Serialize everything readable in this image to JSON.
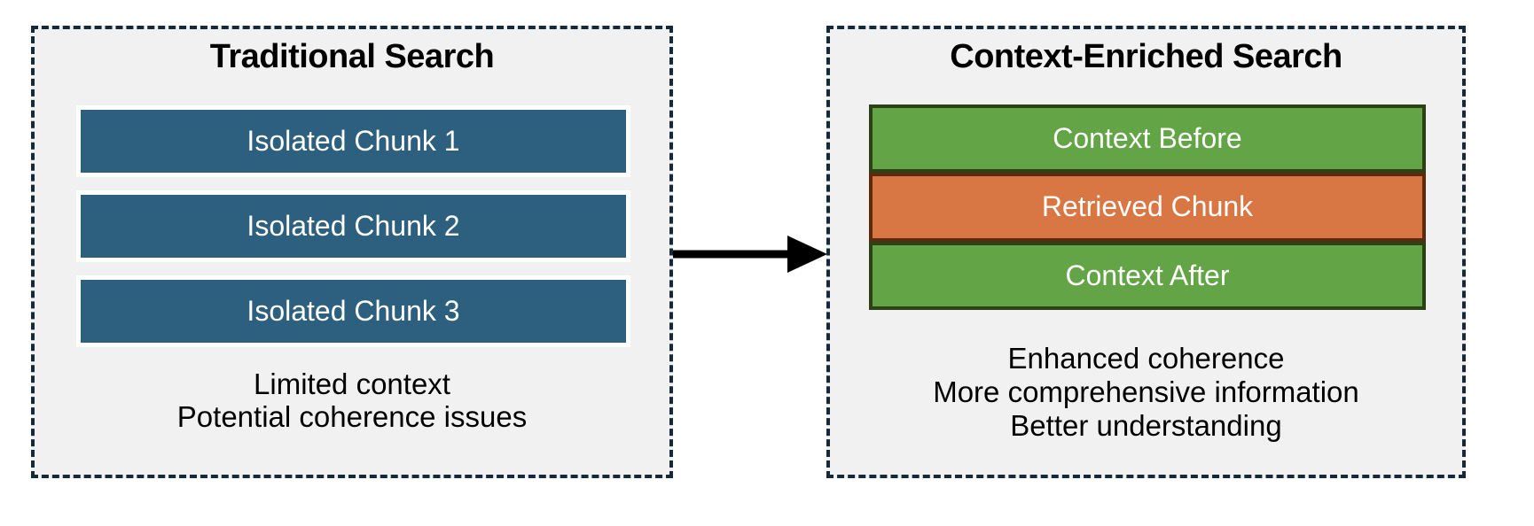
{
  "colors": {
    "page-bg": "#FFFFFF",
    "panel-bg": "#F1F1F1",
    "panel-border": "#15293A",
    "chunk-blue": "#2D5F7E",
    "chunk-text": "#FFFFFF",
    "green-fill": "#63A546",
    "green-border": "#2C4216",
    "orange-fill": "#D97744",
    "orange-border": "#5B2B10",
    "arrow-black": "#000000",
    "text-black": "#000000"
  },
  "left_panel": {
    "title": "Traditional Search",
    "chunks": [
      {
        "label": "Isolated Chunk 1"
      },
      {
        "label": "Isolated Chunk 2"
      },
      {
        "label": "Isolated Chunk 3"
      }
    ],
    "notes": [
      "Limited context",
      "Potential coherence issues"
    ]
  },
  "right_panel": {
    "title": "Context-Enriched Search",
    "layers": [
      {
        "label": "Context Before",
        "type": "context"
      },
      {
        "label": "Retrieved Chunk",
        "type": "retrieved"
      },
      {
        "label": "Context After",
        "type": "context"
      }
    ],
    "notes": [
      "Enhanced coherence",
      "More comprehensive information",
      "Better understanding"
    ]
  }
}
